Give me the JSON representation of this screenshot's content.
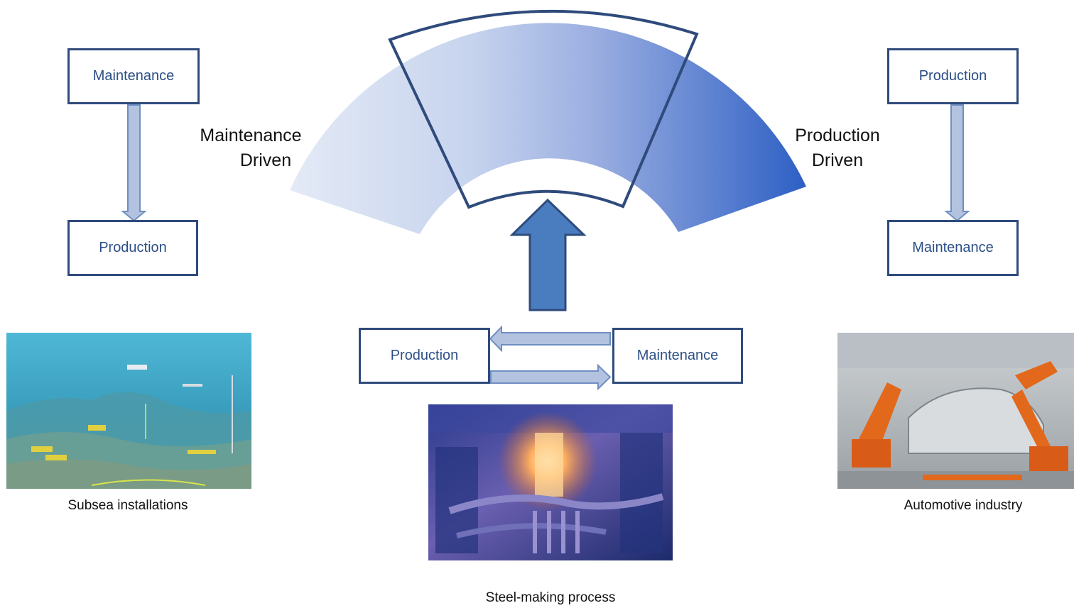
{
  "spectrum": {
    "left_label": [
      "Maintenance",
      "Driven"
    ],
    "right_label": [
      "Production",
      "Driven"
    ],
    "gradient_colors": [
      "#e3e9f5",
      "#2d5fc4"
    ],
    "window_stroke": "#2f4b7c"
  },
  "left_flow": {
    "top": "Maintenance",
    "bottom": "Production"
  },
  "right_flow": {
    "top": "Production",
    "bottom": "Maintenance"
  },
  "center_flow": {
    "left": "Production",
    "right": "Maintenance"
  },
  "captions": {
    "left": "Subsea installations",
    "center": "Steel-making process",
    "right": "Automotive industry"
  },
  "photos": {
    "left": "subsea-installations-photo",
    "center": "steel-making-process-photo",
    "right": "automotive-industry-photo"
  }
}
